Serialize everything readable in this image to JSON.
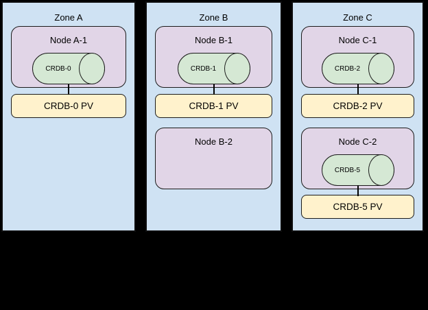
{
  "colors": {
    "background": "#000000",
    "zone_fill": "#cfe2f3",
    "node_fill": "#e1d5e7",
    "pod_fill": "#d5e8d4",
    "pv_fill": "#fff2cc",
    "border": "#000000"
  },
  "diagram": {
    "zones": [
      {
        "label": "Zone A",
        "nodes": [
          {
            "label": "Node A-1",
            "pod": "CRDB-0",
            "pv": "CRDB-0 PV"
          }
        ]
      },
      {
        "label": "Zone B",
        "nodes": [
          {
            "label": "Node B-1",
            "pod": "CRDB-1",
            "pv": "CRDB-1 PV"
          },
          {
            "label": "Node B-2"
          }
        ]
      },
      {
        "label": "Zone C",
        "nodes": [
          {
            "label": "Node C-1",
            "pod": "CRDB-2",
            "pv": "CRDB-2 PV"
          },
          {
            "label": "Node C-2",
            "pod": "CRDB-5",
            "pv": "CRDB-5 PV"
          }
        ]
      }
    ]
  }
}
